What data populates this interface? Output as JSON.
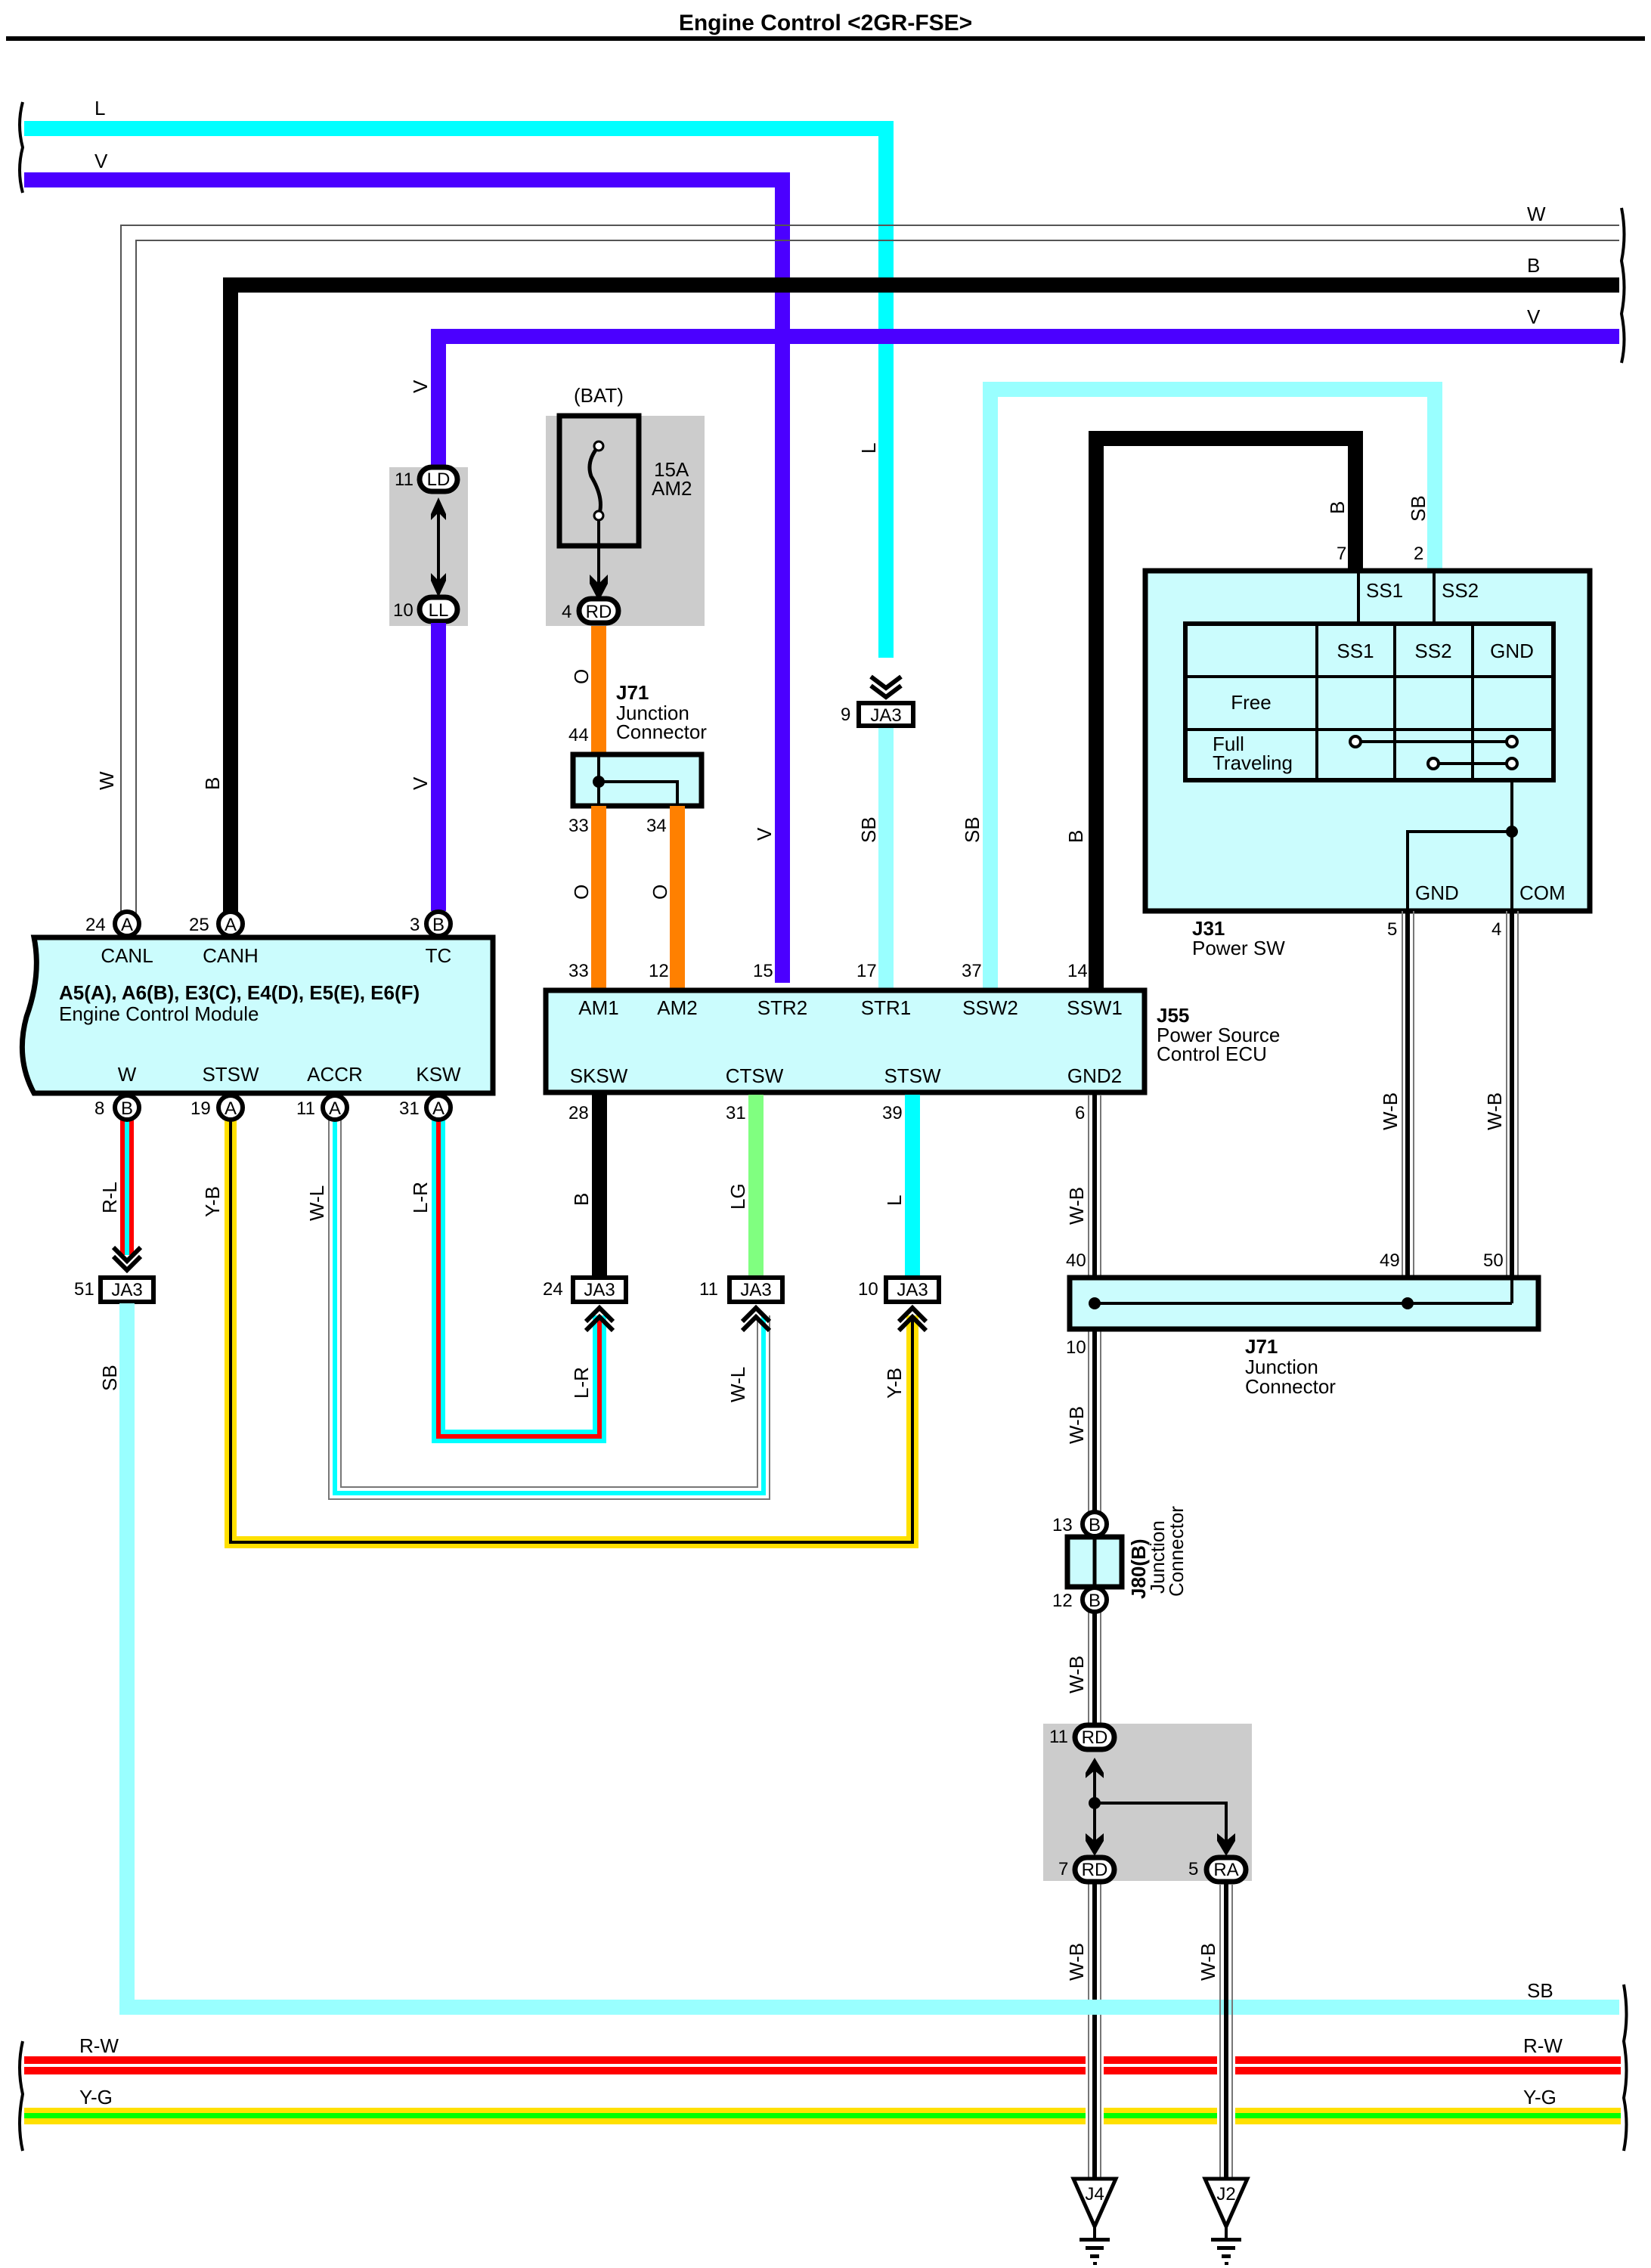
{
  "title": "Engine Control <2GR-FSE>",
  "colors": {
    "L": "#00ffff",
    "V": "#4b00ff",
    "B": "#000000",
    "W": "#ffffff",
    "SB": "#99ffff",
    "O": "#ff8000",
    "LG": "#80ff80",
    "R": "#ff0000",
    "Y": "#ffe000",
    "G": "#00ff00",
    "box_fill": "#cbfcfd",
    "gray_fill": "#cccccc"
  },
  "wires": {
    "top_left_L": "L",
    "top_left_V": "V",
    "top_right_W": "W",
    "top_right_B": "B",
    "top_right_V": "V",
    "ecm_canl": "W",
    "ecm_canh": "B",
    "ecm_tc_upper": "V",
    "ecm_tc_lower": "V",
    "am2_feed": "O",
    "j55_am1": "O",
    "j55_am2": "O",
    "j55_str2": "V",
    "ja3_9_upper": "L",
    "j55_str1": "SB",
    "j55_ssw2": "SB",
    "j55_ssw1": "B",
    "j31_ss1": "B",
    "j31_ss2": "SB",
    "ecm_w": "R-L",
    "ecm_stsw": "Y-B",
    "ecm_accr": "W-L",
    "ecm_ksw": "L-R",
    "j55_sksw": "B",
    "j55_ctsw": "LG",
    "j55_stsw": "L",
    "ja3_24_lower": "L-R",
    "ja3_11_lower": "W-L",
    "ja3_10_lower": "Y-B",
    "ja3_51_lower": "SB",
    "j55_gnd2": "W-B",
    "j31_gnd": "W-B",
    "j31_com": "W-B",
    "j71_10": "W-B",
    "j80_12": "W-B",
    "rd7": "W-B",
    "ra5": "W-B",
    "bottom_SB": "SB",
    "bottom_RW_left": "R-W",
    "bottom_RW_right": "R-W",
    "bottom_YG_left": "Y-G",
    "bottom_YG_right": "Y-G"
  },
  "ecm": {
    "code": "A5(A), A6(B), E3(C), E4(D), E5(E), E6(F)",
    "name": "Engine Control Module",
    "top_pins": [
      {
        "num": "24",
        "conn": "A",
        "label": "CANL"
      },
      {
        "num": "25",
        "conn": "A",
        "label": "CANH"
      },
      {
        "num": "3",
        "conn": "B",
        "label": "TC"
      }
    ],
    "bottom_pins": [
      {
        "num": "8",
        "conn": "B",
        "label": "W"
      },
      {
        "num": "19",
        "conn": "A",
        "label": "STSW"
      },
      {
        "num": "11",
        "conn": "A",
        "label": "ACCR"
      },
      {
        "num": "31",
        "conn": "A",
        "label": "KSW"
      }
    ]
  },
  "dlc": {
    "top": {
      "num": "11",
      "code": "LD"
    },
    "bottom": {
      "num": "10",
      "code": "LL"
    }
  },
  "fuse": {
    "source": "(BAT)",
    "rating": "15A",
    "name": "AM2",
    "pin": {
      "num": "4",
      "code": "RD"
    }
  },
  "j71_upper": {
    "code": "J71",
    "name_line1": "Junction",
    "name_line2": "Connector",
    "pin_in": "44",
    "pin_out1": "33",
    "pin_out2": "34"
  },
  "ja3_top": {
    "num": "9",
    "code": "JA3"
  },
  "j55": {
    "code": "J55",
    "name_line1": "Power Source",
    "name_line2": "Control ECU",
    "top_pins": [
      {
        "num": "33",
        "label": "AM1"
      },
      {
        "num": "12",
        "label": "AM2"
      },
      {
        "num": "15",
        "label": "STR2"
      },
      {
        "num": "17",
        "label": "STR1"
      },
      {
        "num": "37",
        "label": "SSW2"
      },
      {
        "num": "14",
        "label": "SSW1"
      }
    ],
    "bottom_pins": [
      {
        "num": "28",
        "label": "SKSW"
      },
      {
        "num": "31",
        "label": "CTSW"
      },
      {
        "num": "39",
        "label": "STSW"
      },
      {
        "num": "6",
        "label": "GND2"
      }
    ]
  },
  "j31": {
    "code": "J31",
    "name": "Power SW",
    "top_pins": [
      {
        "num": "7",
        "label": "SS1"
      },
      {
        "num": "2",
        "label": "SS2"
      }
    ],
    "bottom_pins": [
      {
        "num": "5",
        "label": "GND"
      },
      {
        "num": "4",
        "label": "COM"
      }
    ],
    "table": {
      "headers": [
        "",
        "SS1",
        "SS2",
        "GND"
      ],
      "rows": [
        {
          "label": "Free"
        },
        {
          "label_line1": "Full",
          "label_line2": "Traveling"
        }
      ]
    }
  },
  "ja3_bottom": [
    {
      "num": "51",
      "code": "JA3"
    },
    {
      "num": "24",
      "code": "JA3"
    },
    {
      "num": "11",
      "code": "JA3"
    },
    {
      "num": "10",
      "code": "JA3"
    }
  ],
  "j71_lower": {
    "code": "J71",
    "name_line1": "Junction",
    "name_line2": "Connector",
    "pins": {
      "in_left": "40",
      "in_mid": "49",
      "in_right": "50",
      "out": "10"
    }
  },
  "j80": {
    "code": "J80(B)",
    "name_line1": "Junction",
    "name_line2": "Connector",
    "top": {
      "num": "13",
      "conn": "B"
    },
    "bottom": {
      "num": "12",
      "conn": "B"
    }
  },
  "junction_block": {
    "in": {
      "num": "11",
      "code": "RD"
    },
    "out1": {
      "num": "7",
      "code": "RD"
    },
    "out2": {
      "num": "5",
      "code": "RA"
    }
  },
  "grounds": [
    {
      "code": "J4"
    },
    {
      "code": "J2"
    }
  ]
}
